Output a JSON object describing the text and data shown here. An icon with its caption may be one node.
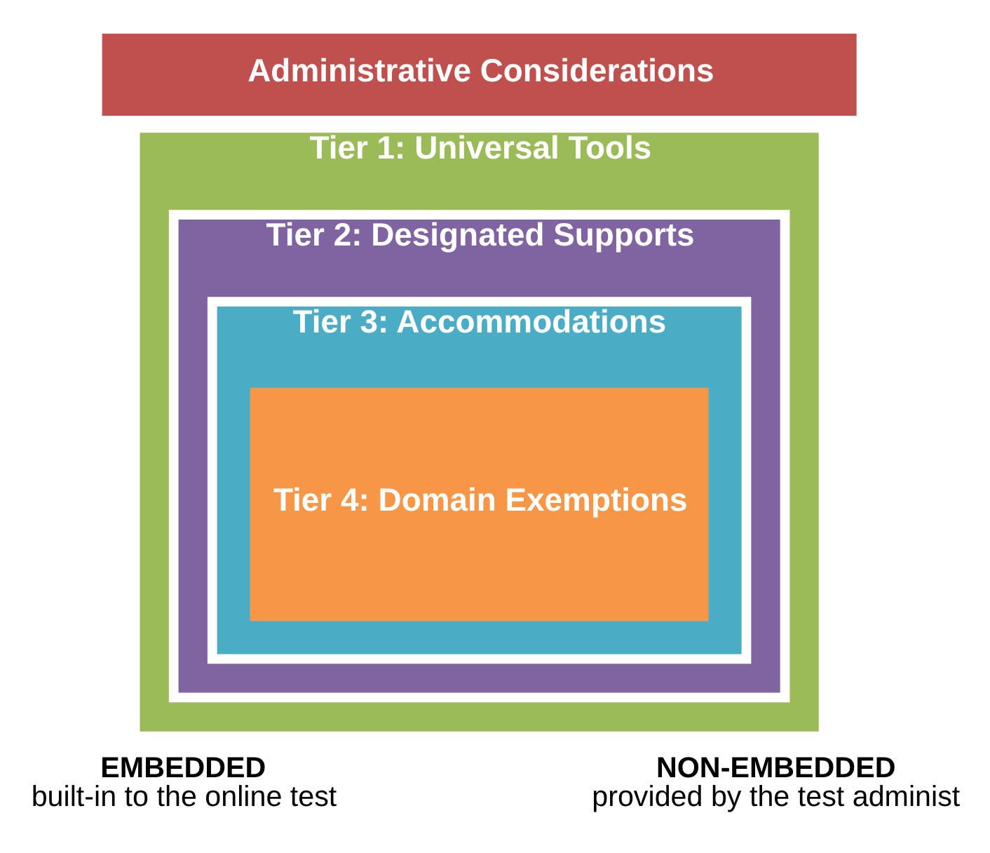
{
  "diagram": {
    "nodes": [
      {
        "text": [
          "Administrative Considerations"
        ]
      },
      {
        "text": [
          "Tier 1: Universal Tools"
        ]
      },
      {
        "text": [
          "Tier 2: Designated Supports"
        ],
        "in": 1
      },
      {
        "text": [
          "Tier 3: Accommodations"
        ],
        "in": 2
      },
      {
        "text": [
          "Tier 4: Domain Exemptions"
        ],
        "in": 3
      }
    ],
    "edges": [],
    "labels": [
      "EMBEDDED",
      "built-in to the online test",
      "NON-EMBEDDED",
      "provided by the test administ"
    ]
  }
}
